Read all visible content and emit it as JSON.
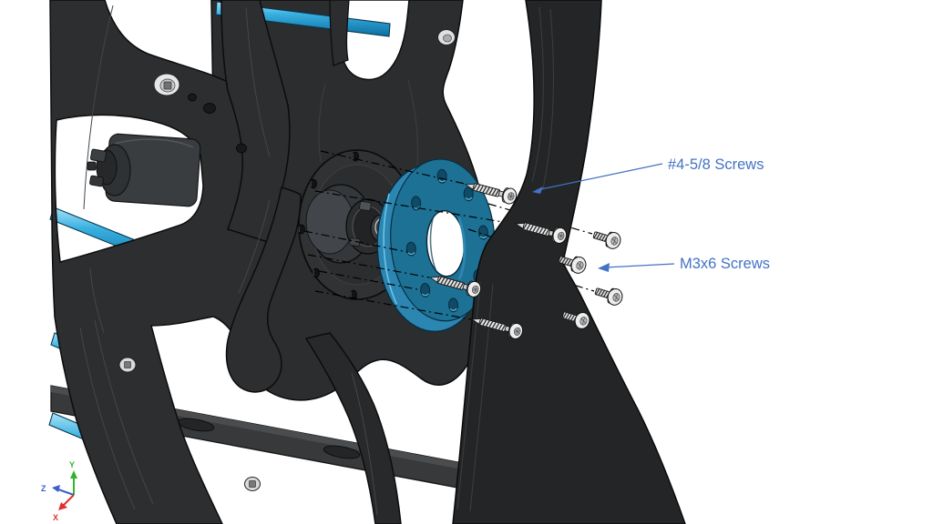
{
  "diagram": {
    "type": "cad-exploded-assembly-view",
    "description": "Exploded view of motor flange mounting on dark robot frame",
    "background_color": "#ffffff",
    "annotations": [
      {
        "id": "callout-top",
        "label": "#4-5/8 Screws",
        "color": "#4472c4",
        "points_to": "long self-tapping screws"
      },
      {
        "id": "callout-bottom",
        "label": "M3x6 Screws",
        "color": "#4472c4",
        "points_to": "short button-head screws"
      }
    ],
    "orientation_triad": {
      "axes": [
        {
          "label": "X",
          "color": "#e03131",
          "direction": "down-left"
        },
        {
          "label": "Y",
          "color": "#2db52d",
          "direction": "up"
        },
        {
          "label": "Z",
          "color": "#3a5fcd",
          "direction": "left"
        }
      ]
    },
    "parts": {
      "frame_color": "#2b2d2f",
      "strut_color": "#232527",
      "tube_color": "#38b0e0",
      "flange_face_color": "#1d7195",
      "flange_rim_color": "#2c86b2",
      "screw_color": "#ececec",
      "long_screw_count": 4,
      "m3_screw_count": 4
    }
  }
}
